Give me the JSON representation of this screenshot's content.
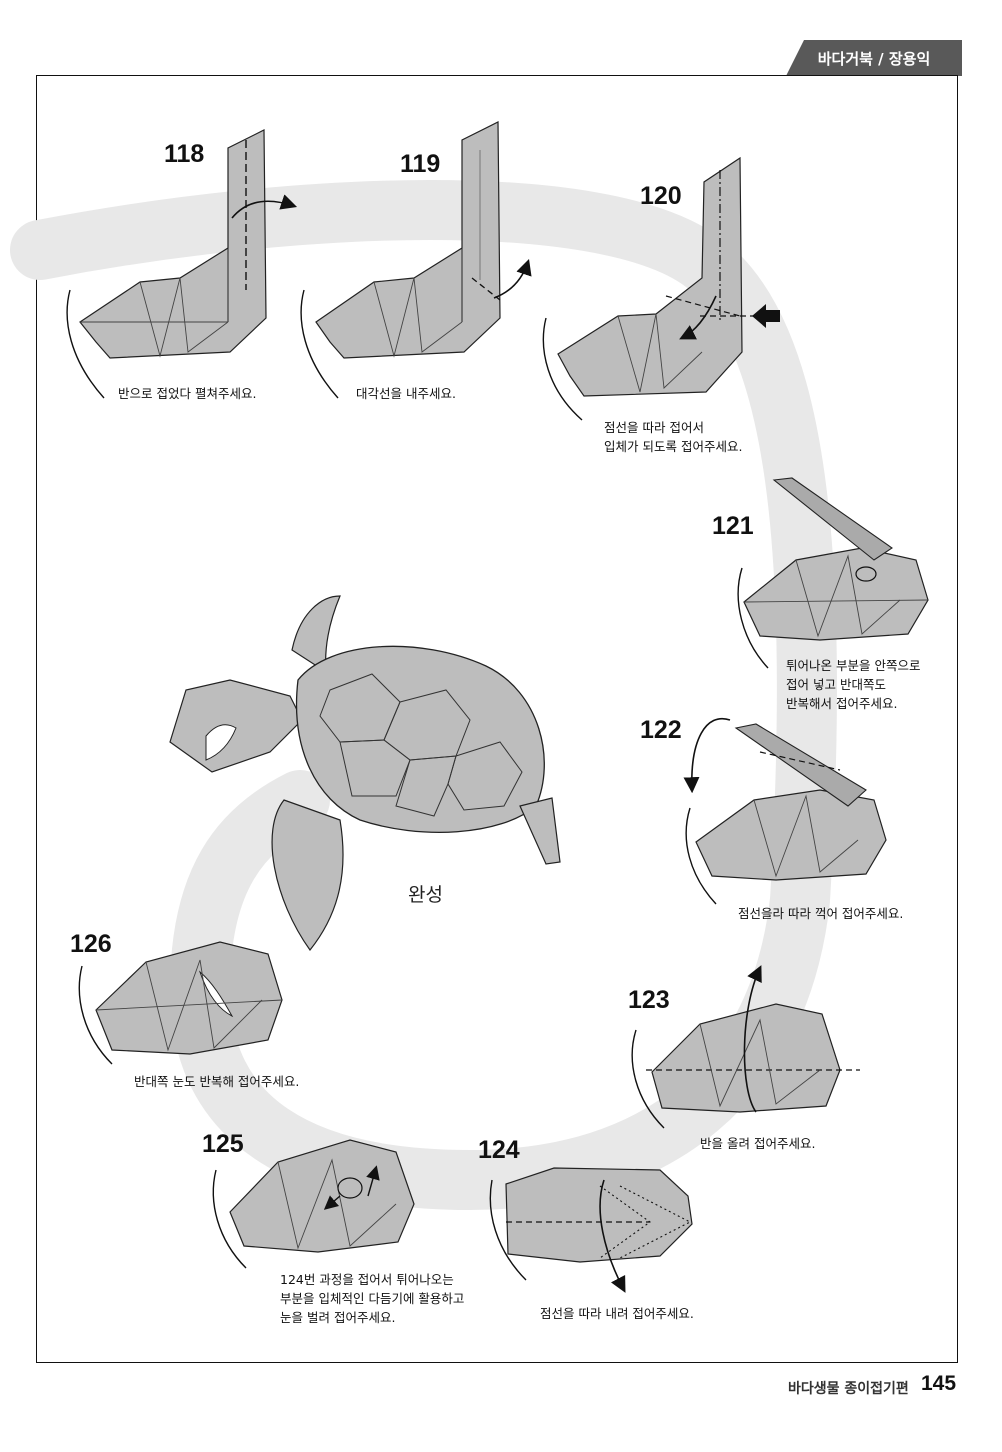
{
  "header": {
    "title": "바다거북 / 장용익"
  },
  "steps": [
    {
      "num": "118",
      "caption": "반으로 접었다 펼쳐주세요."
    },
    {
      "num": "119",
      "caption": "대각선을 내주세요."
    },
    {
      "num": "120",
      "caption": "점선을 따라 접어서\n입체가 되도록 접어주세요."
    },
    {
      "num": "121",
      "caption": "튀어나온 부분을 안쪽으로\n접어 넣고 반대쪽도\n반복해서 접어주세요."
    },
    {
      "num": "122",
      "caption": "점선을라 따라 꺽어 접어주세요."
    },
    {
      "num": "123",
      "caption": "반을 올려 접어주세요."
    },
    {
      "num": "124",
      "caption": "점선을 따라 내려 접어주세요."
    },
    {
      "num": "125",
      "caption": "124번 과정을 접어서 튀어나오는\n부분을 입체적인 다듬기에 활용하고\n눈을 벌려 접어주세요."
    },
    {
      "num": "126",
      "caption": "반대쪽 눈도 반복해 접어주세요."
    }
  ],
  "completion": {
    "label": "완성"
  },
  "footer": {
    "book_title": "바다생물 종이접기편",
    "page_number": "145"
  },
  "colors": {
    "paper": "#bdbdbd",
    "paper_dark": "#9a9a9a",
    "band": "#e6e6e6",
    "tab": "#595959",
    "line": "#222222"
  }
}
